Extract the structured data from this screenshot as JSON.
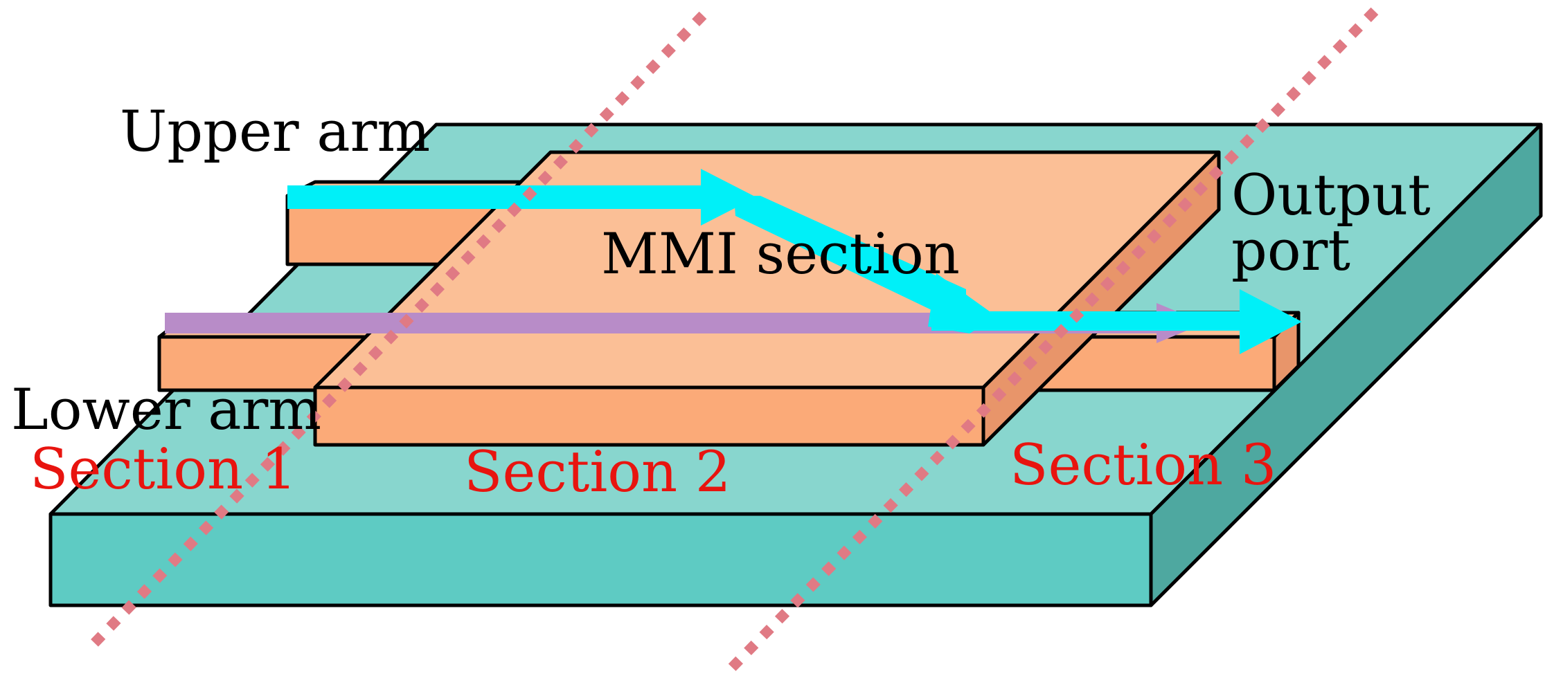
{
  "labels": {
    "upper_arm": "Upper arm",
    "lower_arm": "Lower arm",
    "mmi_section": "MMI section",
    "output_port_line1": "Output",
    "output_port_line2": "port",
    "section_1": "Section 1",
    "section_2": "Section 2",
    "section_3": "Section 3"
  },
  "colors": {
    "substrate_top": "#88d6ce",
    "substrate_front": "#5ecbc3",
    "substrate_side": "#4ea8a0",
    "waveguide_top": "#fbbf96",
    "waveguide_front": "#fbaa78",
    "waveguide_side": "#e8956a",
    "cyan_beam": "#00f0f8",
    "purple_beam": "#b88cc8",
    "divider": "#e07a84",
    "section_label": "#e8140f"
  }
}
